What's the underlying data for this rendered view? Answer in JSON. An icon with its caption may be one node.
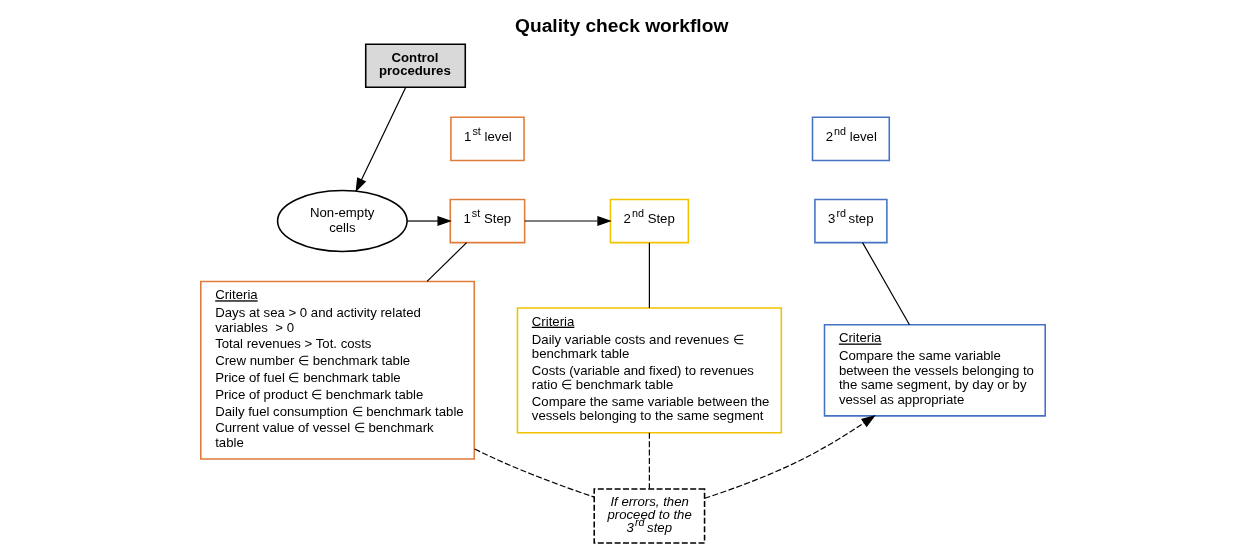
{
  "diagram": {
    "title": "Quality check workflow",
    "nodes": [
      {
        "text": [
          "Control procedures"
        ]
      },
      {
        "text": [
          "Non-empty cells"
        ]
      },
      {
        "text": [
          "1$^{st}$ level"
        ]
      },
      {
        "text": [
          "2$^{nd}$ level"
        ]
      },
      {
        "text": [
          "1$^{st}$ Step"
        ]
      },
      {
        "text": [
          "2$^{nd}$ Step"
        ]
      },
      {
        "text": [
          "3$^{rd}$ step"
        ]
      },
      {
        "text": [
          "Criteria",
          "Days at sea > 0 and activity related variables  > 0",
          "Total revenues > Tot. costs",
          "Crew number ∈ benchmark table",
          "Price of fuel ∈ benchmark table",
          "Price of product ∈ benchmark table",
          "Daily fuel consumption ∈ benchmark table",
          "Current value of vessel ∈ benchmark table"
        ]
      },
      {
        "text": [
          "Criteria",
          "Daily variable costs and revenues ∈ benchmark table",
          "Costs (variable and fixed) to revenues ratio ∈ benchmark table",
          "Compare the same variable between the vessels belonging to the same segment"
        ]
      },
      {
        "text": [
          "Criteria",
          "Compare the same variable between the vessels belonging to the same segment, by day or by vessel as appropriate"
        ]
      },
      {
        "text": [
          "If errors, then proceed to the 3$^{rd}$ step"
        ]
      }
    ],
    "edges": [
      {
        "from": 0,
        "to": 1,
        "arrow": "to"
      },
      {
        "from": 1,
        "to": 4,
        "arrow": "to"
      },
      {
        "from": 4,
        "to": 5,
        "arrow": "to"
      },
      {
        "from": 4,
        "to": 7,
        "arrow": "none"
      },
      {
        "from": 5,
        "to": 8,
        "arrow": "none"
      },
      {
        "from": 6,
        "to": 9,
        "arrow": "none"
      },
      {
        "from": 7,
        "to": 10,
        "arrow": "none",
        "style": "dashed"
      },
      {
        "from": 8,
        "to": 10,
        "arrow": "none",
        "style": "dashed"
      },
      {
        "from": 10,
        "to": 9,
        "arrow": "to",
        "style": "dashed"
      }
    ]
  }
}
